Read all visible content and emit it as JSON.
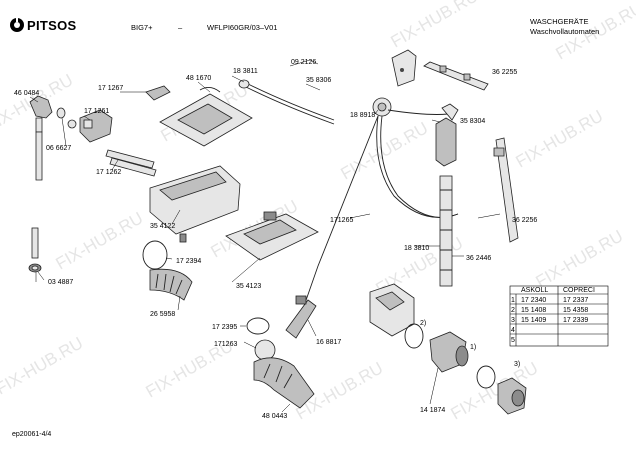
{
  "header": {
    "brand": "PITSOS",
    "model": "BIG7+",
    "dash": "–",
    "model_code": "WFLPI60GR/03–V01",
    "category_line1": "WASCHGERÄTE",
    "category_line2": "Waschvollautomaten"
  },
  "footer_code": "ep20061-4/4",
  "watermark_text": "FIX-HUB.RU",
  "part_labels": {
    "p460484": "46 0484",
    "p171267": "17 1267",
    "p481670": "48 1670",
    "p183811": "18 3811",
    "p092126": "09 2126",
    "p358306": "35 8306",
    "p362255": "36 2255",
    "p171261": "17 1261",
    "p066627": "06 6627",
    "p188918": "18 8918",
    "p358304": "35 8304",
    "p171262": "17 1262",
    "p354122": "35 4122",
    "p171265": "171265",
    "p362256": "36 2256",
    "p183810": "18 3810",
    "p362446": "36 2446",
    "p172394": "17 2394",
    "p354123": "35 4123",
    "p034887": "03 4887",
    "p265958": "26 5958",
    "p172395": "17 2395",
    "p168817": "16 8817",
    "p171263": "171263",
    "p480443": "48 0443",
    "p141874": "14 1874",
    "mark2": "2)",
    "mark1": "1)",
    "mark3": "3)"
  },
  "variant_table": {
    "headers": [
      "ASKOLL",
      "COPRECI"
    ],
    "rows": [
      {
        "idx": "1",
        "askoll": "17 2340",
        "copreci": "17 2337"
      },
      {
        "idx": "2",
        "askoll": "15 1408",
        "copreci": "15 4358"
      },
      {
        "idx": "3",
        "askoll": "15 1409",
        "copreci": "17 2339"
      },
      {
        "idx": "4",
        "askoll": "",
        "copreci": ""
      },
      {
        "idx": "5",
        "askoll": "",
        "copreci": ""
      }
    ]
  }
}
